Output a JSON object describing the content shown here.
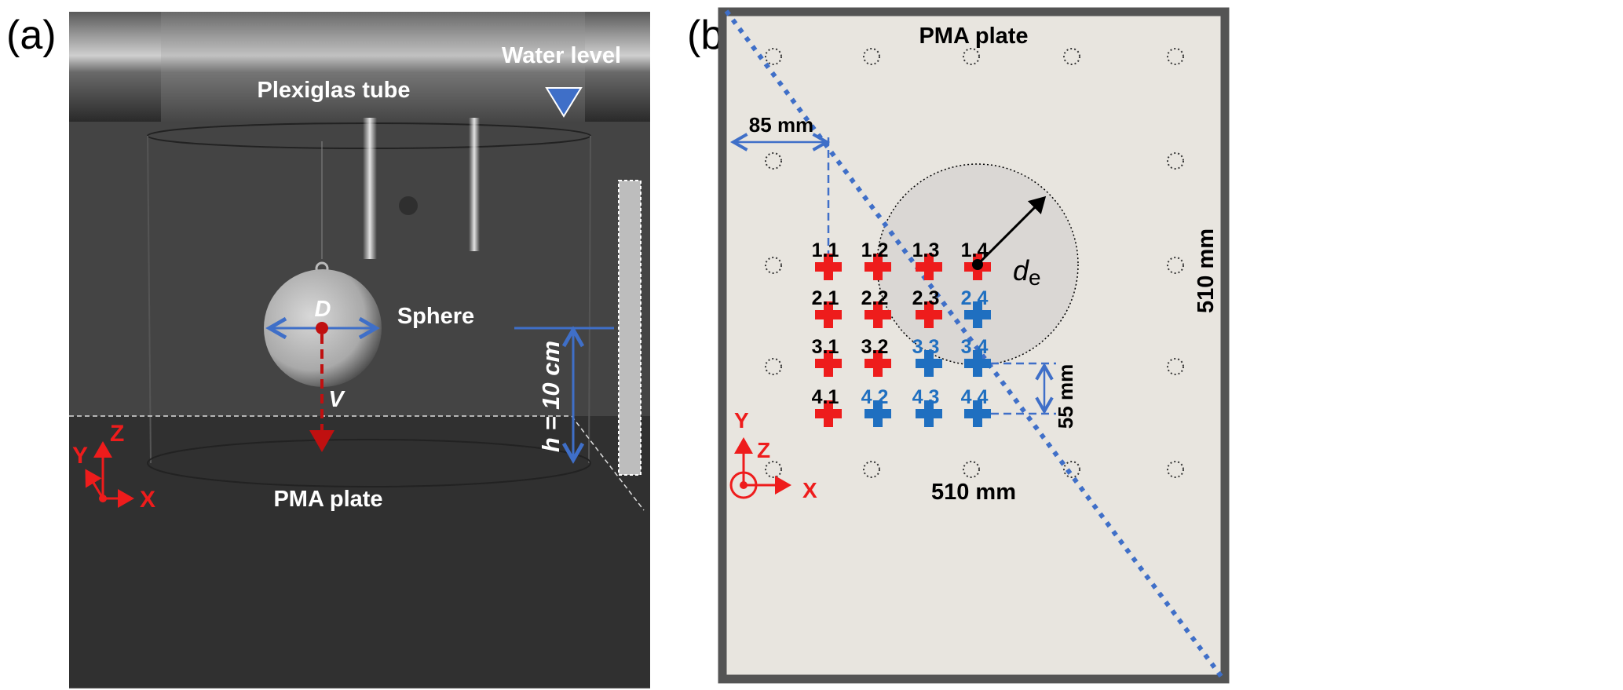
{
  "panel_a": {
    "label": "(a)",
    "plexiglas_tube": "Plexiglas tube",
    "water_level": "Water level",
    "sphere": "Sphere",
    "diameter": "D",
    "velocity": "V",
    "height": "h = 10 cm",
    "plate": "PMA plate",
    "axes": {
      "x": "X",
      "y": "Y",
      "z": "Z"
    }
  },
  "panel_b": {
    "label": "(b)",
    "plate": "PMA plate",
    "offset": "85 mm",
    "width": "510 mm",
    "height": "510 mm",
    "spacing": "55 mm",
    "radius_label": "d",
    "radius_subscript": "e",
    "axes": {
      "x": "X",
      "y": "Y",
      "z": "Z"
    },
    "colors": {
      "red": "#ee1c1c",
      "blue": "#1f6fc0",
      "line": "#3f6fc8"
    },
    "points": [
      {
        "id": "1.1",
        "color": "red"
      },
      {
        "id": "1.2",
        "color": "red"
      },
      {
        "id": "1.3",
        "color": "red"
      },
      {
        "id": "1.4",
        "color": "red"
      },
      {
        "id": "2.1",
        "color": "red"
      },
      {
        "id": "2.2",
        "color": "red"
      },
      {
        "id": "2.3",
        "color": "red"
      },
      {
        "id": "2.4",
        "color": "blue"
      },
      {
        "id": "3.1",
        "color": "red"
      },
      {
        "id": "3.2",
        "color": "red"
      },
      {
        "id": "3.3",
        "color": "blue"
      },
      {
        "id": "3.4",
        "color": "blue"
      },
      {
        "id": "4.1",
        "color": "red"
      },
      {
        "id": "4.2",
        "color": "blue"
      },
      {
        "id": "4.3",
        "color": "blue"
      },
      {
        "id": "4.4",
        "color": "blue"
      }
    ]
  }
}
